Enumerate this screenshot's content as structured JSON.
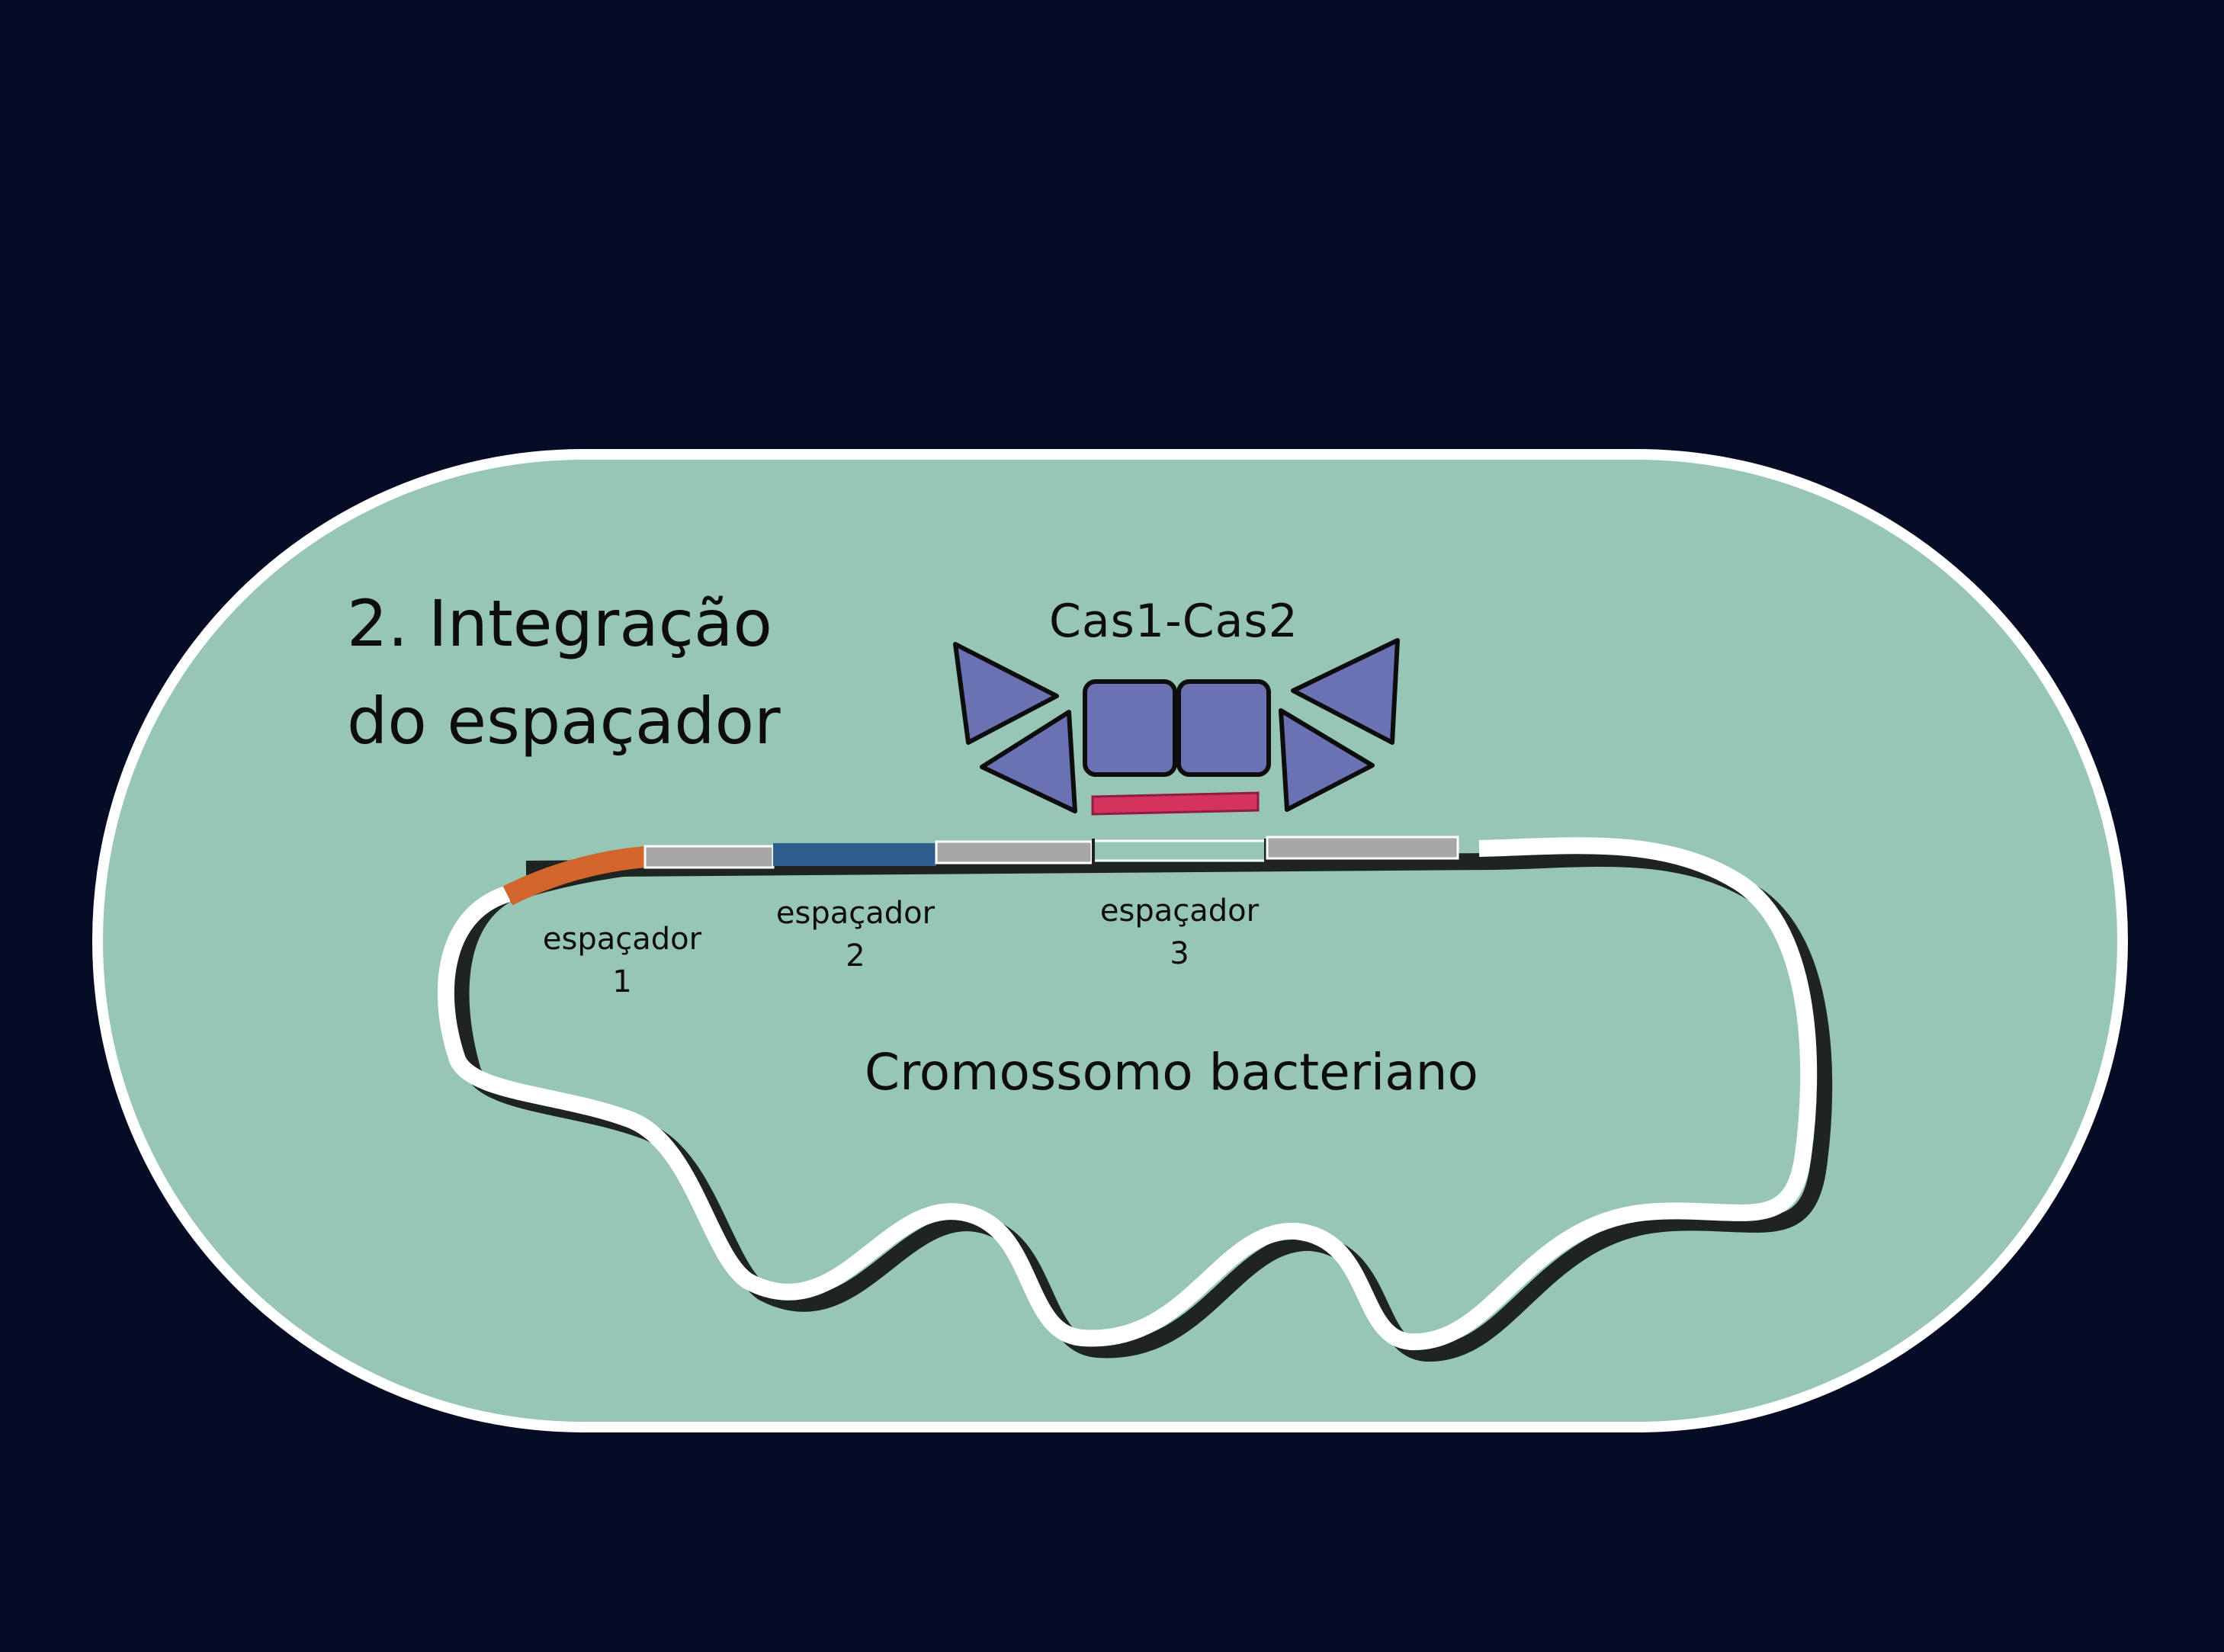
{
  "title_line1": "2.   Integração",
  "title_line2": "do espaçador",
  "complex_label": "Cas1-Cas2",
  "spacers": [
    {
      "name": "espaçador",
      "number": "1"
    },
    {
      "name": "espaçador",
      "number": "2"
    },
    {
      "name": "espaçador",
      "number": "3"
    }
  ],
  "chromosome_label": "Cromossomo bacteriano",
  "colors": {
    "background": "#070c26",
    "cell": "#97c6b7",
    "protein": "#6b72b4",
    "new_spacer": "#d3335e",
    "spacer1": "#d1652c",
    "spacer2": "#2f5e8e",
    "repeat": "#a6a7a6"
  }
}
